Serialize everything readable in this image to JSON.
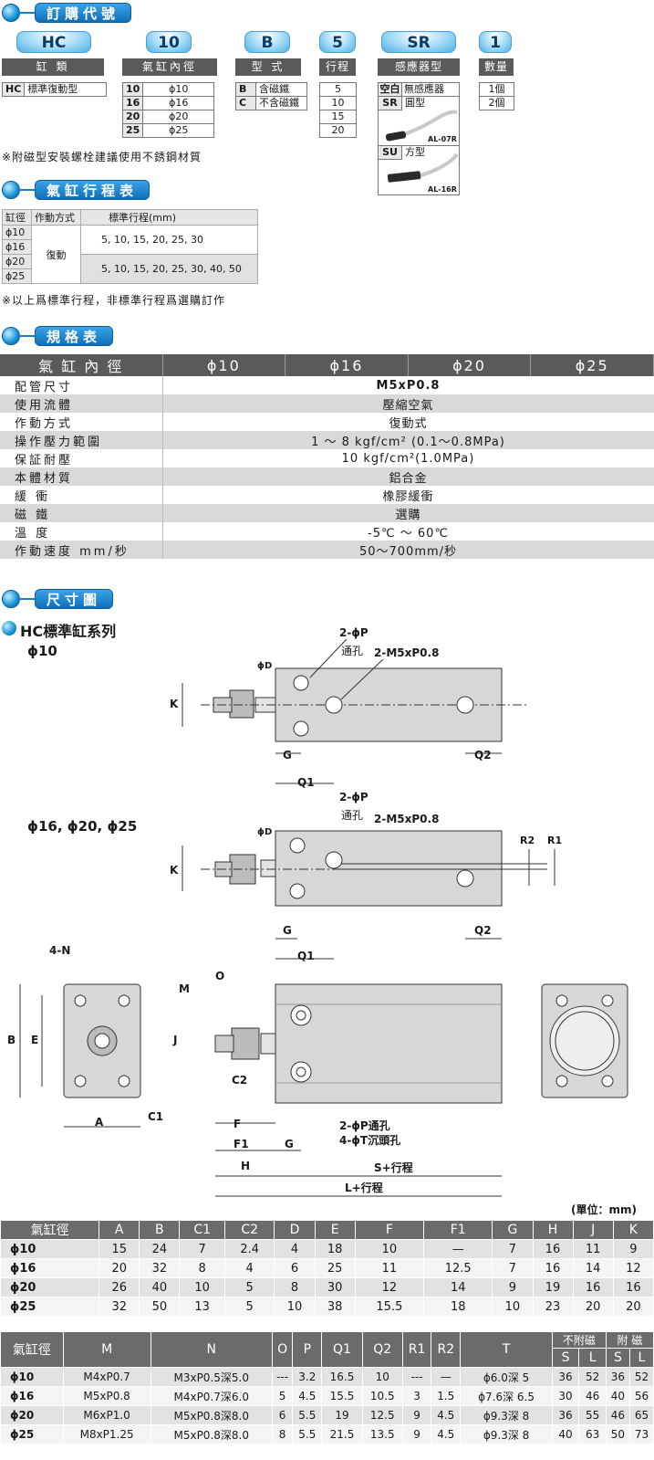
{
  "sections": {
    "order": "訂購代號",
    "stroke": "氣缸行程表",
    "spec": "規格表",
    "dims": "尺寸圖"
  },
  "order": {
    "badges": [
      "HC",
      "10",
      "B",
      "5",
      "SR",
      "1"
    ],
    "headers": [
      "缸 類",
      "氣缸內徑",
      "型 式",
      "行程",
      "感應器型",
      "數量"
    ],
    "type": [
      {
        "k": "HC",
        "v": "標準復動型"
      }
    ],
    "bore": [
      {
        "k": "10",
        "v": "ϕ10"
      },
      {
        "k": "16",
        "v": "ϕ16"
      },
      {
        "k": "20",
        "v": "ϕ20"
      },
      {
        "k": "25",
        "v": "ϕ25"
      }
    ],
    "form": [
      {
        "k": "B",
        "v": "含磁鐵"
      },
      {
        "k": "C",
        "v": "不含磁鐵"
      }
    ],
    "stroke": [
      "5",
      "10",
      "15",
      "20"
    ],
    "sensor": {
      "blank_k": "空白",
      "blank_v": "無感應器",
      "sr_k": "SR",
      "sr_v": "圓型",
      "sr_model": "AL-07R",
      "su_k": "SU",
      "su_v": "方型",
      "su_model": "AL-16R"
    },
    "qty": [
      "1個",
      "2個"
    ],
    "note": "※附磁型安裝螺栓建議使用不銹鋼材質"
  },
  "stroke_table": {
    "headers": [
      "缸徑",
      "作動方式",
      "標準行程(mm)"
    ],
    "bores": [
      "ϕ10",
      "ϕ16",
      "ϕ20",
      "ϕ25"
    ],
    "action": "復動",
    "strokes_a": "5, 10, 15, 20, 25, 30",
    "strokes_b": "5, 10, 15, 20, 25, 30, 40, 50",
    "note": "※以上爲標準行程，非標準行程爲選購訂作"
  },
  "spec": {
    "header": [
      "氣 缸 內 徑",
      "ϕ10",
      "ϕ16",
      "ϕ20",
      "ϕ25"
    ],
    "rows": [
      {
        "l": "配管尺寸",
        "v": "M5xP0.8"
      },
      {
        "l": "使用流體",
        "v": "壓縮空氣"
      },
      {
        "l": "作動方式",
        "v": "復動式"
      },
      {
        "l": "操作壓力範圍",
        "v": "1 ～ 8 kgf/cm² (0.1～0.8MPa)"
      },
      {
        "l": "保証耐壓",
        "v": "10 kgf/cm²(1.0MPa)"
      },
      {
        "l": "本體材質",
        "v": "鋁合金"
      },
      {
        "l": "緩 衝",
        "v": "橡膠緩衝"
      },
      {
        "l": "磁 鐵",
        "v": "選購"
      },
      {
        "l": "溫 度",
        "v": "-5℃ ～ 60℃"
      },
      {
        "l": "作動速度 mm/秒",
        "v": "50～700mm/秒"
      }
    ]
  },
  "drawing": {
    "series": "HC標準缸系列",
    "bore10": "ϕ10",
    "bore_other": "ϕ16, ϕ20, ϕ25",
    "labels": {
      "p": "2-ϕP",
      "through": "通孔",
      "port": "2-M5xP0.8",
      "d": "ϕD",
      "k": "K",
      "g": "G",
      "q1": "Q1",
      "q2": "Q2",
      "r1": "R1",
      "r2": "R2",
      "n": "4-N",
      "b": "B",
      "e": "E",
      "a": "A",
      "m": "M",
      "o": "O",
      "j": "J",
      "c1": "C1",
      "c2": "C2",
      "f": "F",
      "f1": "F1",
      "h": "H",
      "s": "S+行程",
      "l": "L+行程",
      "p2": "2-ϕP通孔",
      "t": "4-ϕT沉頭孔"
    },
    "unit": "(單位：mm)"
  },
  "dim1": {
    "headers": [
      "氣缸徑",
      "A",
      "B",
      "C1",
      "C2",
      "D",
      "E",
      "F",
      "F1",
      "G",
      "H",
      "J",
      "K"
    ],
    "rows": [
      [
        "ϕ10",
        "15",
        "24",
        "7",
        "2.4",
        "4",
        "18",
        "10",
        "—",
        "7",
        "16",
        "11",
        "9"
      ],
      [
        "ϕ16",
        "20",
        "32",
        "8",
        "4",
        "6",
        "25",
        "11",
        "12.5",
        "7",
        "16",
        "14",
        "12"
      ],
      [
        "ϕ20",
        "26",
        "40",
        "10",
        "5",
        "8",
        "30",
        "12",
        "14",
        "9",
        "19",
        "16",
        "16"
      ],
      [
        "ϕ25",
        "32",
        "50",
        "13",
        "5",
        "10",
        "38",
        "15.5",
        "18",
        "10",
        "23",
        "20",
        "20"
      ]
    ]
  },
  "dim2": {
    "headers": [
      "氣缸徑",
      "M",
      "N",
      "O",
      "P",
      "Q1",
      "Q2",
      "R1",
      "R2",
      "T",
      "不附磁",
      "附 磁"
    ],
    "sub": [
      "S",
      "L",
      "S",
      "L"
    ],
    "rows": [
      [
        "ϕ10",
        "M4xP0.7",
        "M3xP0.5深5.0",
        "---",
        "3.2",
        "16.5",
        "10",
        "---",
        "—",
        "ϕ6.0深 5",
        "36",
        "52",
        "36",
        "52"
      ],
      [
        "ϕ16",
        "M5xP0.8",
        "M4xP0.7深6.0",
        "5",
        "4.5",
        "15.5",
        "10.5",
        "3",
        "1.5",
        "ϕ7.6深 6.5",
        "30",
        "46",
        "40",
        "56"
      ],
      [
        "ϕ20",
        "M6xP1.0",
        "M5xP0.8深8.0",
        "6",
        "5.5",
        "19",
        "12.5",
        "9",
        "4.5",
        "ϕ9.3深 8",
        "36",
        "55",
        "46",
        "65"
      ],
      [
        "ϕ25",
        "M8xP1.25",
        "M5xP0.8深8.0",
        "8",
        "5.5",
        "21.5",
        "13.5",
        "9",
        "4.5",
        "ϕ9.3深 8",
        "40",
        "63",
        "50",
        "73"
      ]
    ]
  }
}
